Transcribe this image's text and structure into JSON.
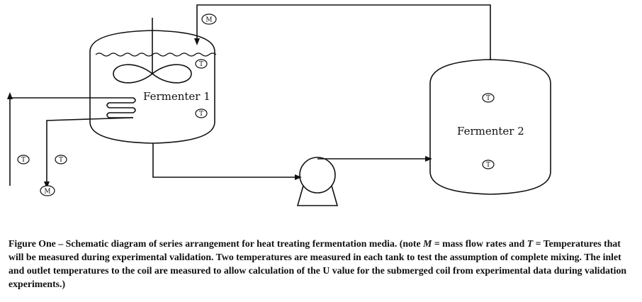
{
  "labels": {
    "fermenter1": "Fermenter 1",
    "fermenter2": "Fermenter 2",
    "temperature_symbol": "T",
    "mass_flow_symbol": "M"
  },
  "caption": {
    "part1": "Figure One – Schematic diagram of series arrangement for heat treating fermentation media. (note ",
    "m_symbol": "M",
    "part2": " = mass flow rates and ",
    "t_symbol": "T",
    "part3": " = Temperatures that will be measured during experimental validation. Two temperatures are measured in each tank to test the assumption of complete mixing. The inlet and outlet temperatures to the coil are measured to allow calculation of the U value for the submerged coil from experimental data during validation experiments.)"
  }
}
